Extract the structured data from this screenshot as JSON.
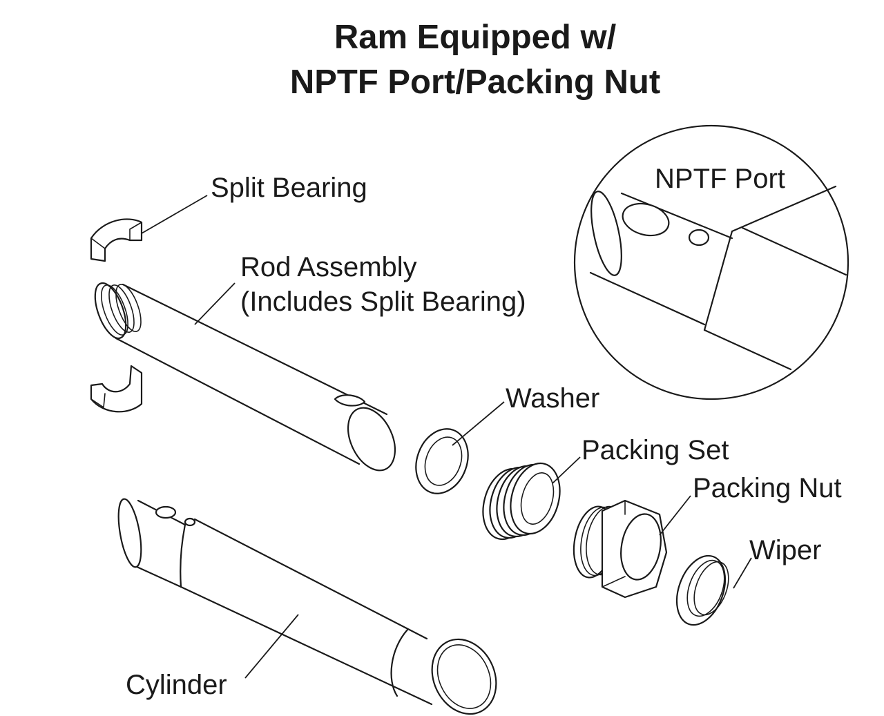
{
  "title": {
    "line1": "Ram Equipped w/",
    "line2": "NPTF Port/Packing Nut"
  },
  "labels": {
    "split_bearing": "Split Bearing",
    "rod_assembly_line1": "Rod Assembly",
    "rod_assembly_line2": "(Includes Split Bearing)",
    "nptf_port": "NPTF Port",
    "washer": "Washer",
    "packing_set": "Packing Set",
    "packing_nut": "Packing Nut",
    "wiper": "Wiper",
    "cylinder": "Cylinder"
  }
}
